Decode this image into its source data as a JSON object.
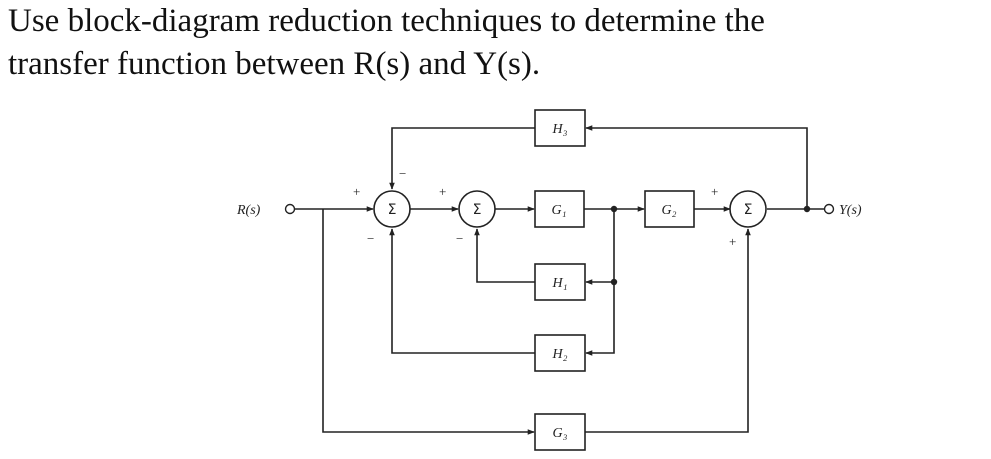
{
  "question": {
    "line1": "Use block-diagram reduction techniques to determine the",
    "line2": "transfer function between R(s) and Y(s)."
  },
  "diagram": {
    "input_label": "R(s)",
    "output_label": "Y(s)",
    "summer_symbol": "Σ",
    "blocks": {
      "h3": "H₃",
      "g1": "G₁",
      "g2": "G₂",
      "h1": "H₁",
      "h2": "H₂",
      "g3": "G₃"
    },
    "signs": {
      "s1_left": "+",
      "s1_top": "−",
      "s1_bottom": "−",
      "s2_left": "+",
      "s2_bottom": "−",
      "s3_left": "+",
      "s3_bottom": "+"
    }
  }
}
